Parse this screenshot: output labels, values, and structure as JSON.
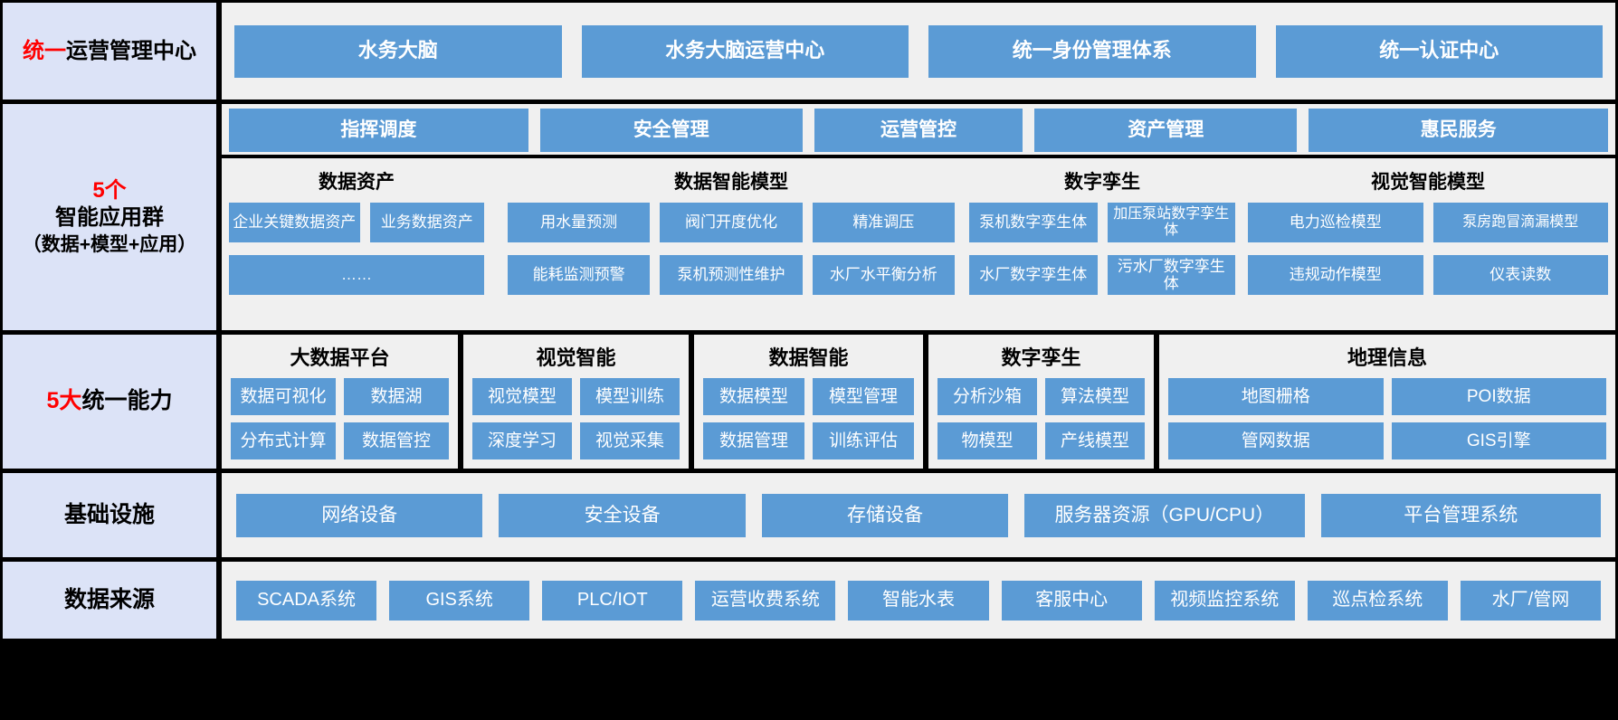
{
  "colors": {
    "chip_blue": "#5b9bd5",
    "label_bg": "#dce3f7",
    "panel_bg": "#f0f0f0",
    "frame": "#000000",
    "accent_red": "#ff0000"
  },
  "rows": {
    "operation_center": {
      "label_red": "统一",
      "label_black": "运营管理中心",
      "items": [
        "水务大脑",
        "水务大脑运营中心",
        "统一身份管理体系",
        "统一认证中心"
      ]
    },
    "application_group": {
      "label_red": "5个",
      "label_main": "智能应用群",
      "label_sub": "（数据+模型+应用）",
      "top_items": [
        "指挥调度",
        "安全管理",
        "运营管控",
        "资产管理",
        "惠民服务"
      ],
      "groups": [
        {
          "title": "数据资产",
          "line1": [
            "企业关键数据资产",
            "业务数据资产"
          ],
          "line2": [
            "……"
          ]
        },
        {
          "title": "数据智能模型",
          "line1": [
            "用水量预测",
            "阀门开度优化",
            "精准调压"
          ],
          "line2": [
            "能耗监测预警",
            "泵机预测性维护",
            "水厂水平衡分析"
          ]
        },
        {
          "title": "数字孪生",
          "line1": [
            "泵机数字孪生体",
            "加压泵站数字孪生体"
          ],
          "line2": [
            "水厂数字孪生体",
            "污水厂数字孪生体"
          ]
        },
        {
          "title": "视觉智能模型",
          "line1": [
            "电力巡检模型",
            "泵房跑冒滴漏模型"
          ],
          "line2": [
            "违规动作模型",
            "仪表读数"
          ]
        }
      ]
    },
    "unified_capabilities": {
      "label_red": "5大",
      "label_black": "统一能力",
      "groups": [
        {
          "title": "大数据平台",
          "line1": [
            "数据可视化",
            "数据湖"
          ],
          "line2": [
            "分布式计算",
            "数据管控"
          ]
        },
        {
          "title": "视觉智能",
          "line1": [
            "视觉模型",
            "模型训练"
          ],
          "line2": [
            "深度学习",
            "视觉采集"
          ]
        },
        {
          "title": "数据智能",
          "line1": [
            "数据模型",
            "模型管理"
          ],
          "line2": [
            "数据管理",
            "训练评估"
          ]
        },
        {
          "title": "数字孪生",
          "line1": [
            "分析沙箱",
            "算法模型"
          ],
          "line2": [
            "物模型",
            "产线模型"
          ]
        },
        {
          "title": "地理信息",
          "line1": [
            "地图栅格",
            "POI数据"
          ],
          "line2": [
            "管网数据",
            "GIS引擎"
          ]
        }
      ]
    },
    "infrastructure": {
      "label": "基础设施",
      "items": [
        "网络设备",
        "安全设备",
        "存储设备",
        "服务器资源（GPU/CPU）",
        "平台管理系统"
      ]
    },
    "data_sources": {
      "label": "数据来源",
      "items": [
        "SCADA系统",
        "GIS系统",
        "PLC/IOT",
        "运营收费系统",
        "智能水表",
        "客服中心",
        "视频监控系统",
        "巡点检系统",
        "水厂/管网"
      ]
    }
  }
}
